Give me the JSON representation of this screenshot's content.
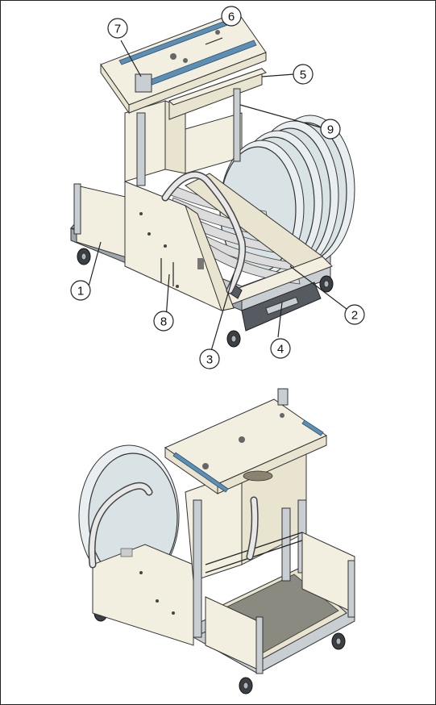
{
  "callouts": [
    {
      "id": "callout-1",
      "label": "1"
    },
    {
      "id": "callout-2",
      "label": "2"
    },
    {
      "id": "callout-3",
      "label": "3"
    },
    {
      "id": "callout-4",
      "label": "4"
    },
    {
      "id": "callout-5",
      "label": "5"
    },
    {
      "id": "callout-6",
      "label": "6"
    },
    {
      "id": "callout-7",
      "label": "7"
    },
    {
      "id": "callout-8",
      "label": "8"
    },
    {
      "id": "callout-9",
      "label": "9"
    }
  ],
  "colors": {
    "panel": "#f2efe0",
    "frame_metal": "#c9ced3",
    "reel": "#d9e3e6",
    "rail_accent": "#5d8fb5",
    "wheel": "#3c4044"
  }
}
